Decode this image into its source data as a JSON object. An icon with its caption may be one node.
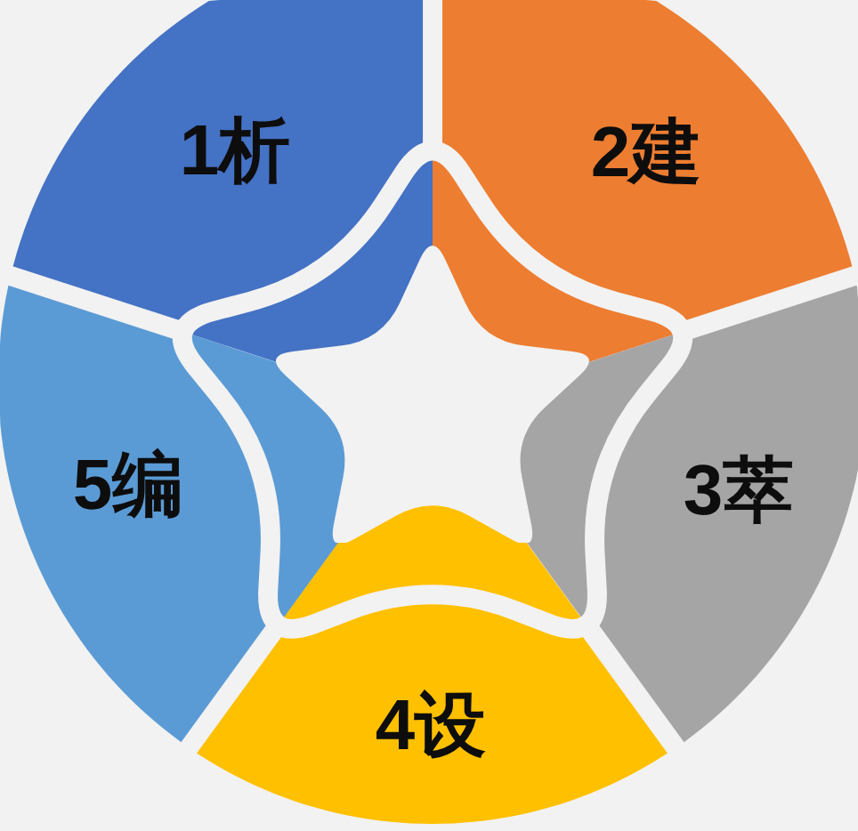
{
  "diagram": {
    "nodes": [
      {
        "text": [
          "1析"
        ]
      },
      {
        "text": [
          "2建"
        ]
      },
      {
        "text": [
          "3萃"
        ]
      },
      {
        "text": [
          "4设"
        ]
      },
      {
        "text": [
          "5编"
        ]
      },
      {
        "text": [],
        "shape": "star"
      }
    ]
  }
}
